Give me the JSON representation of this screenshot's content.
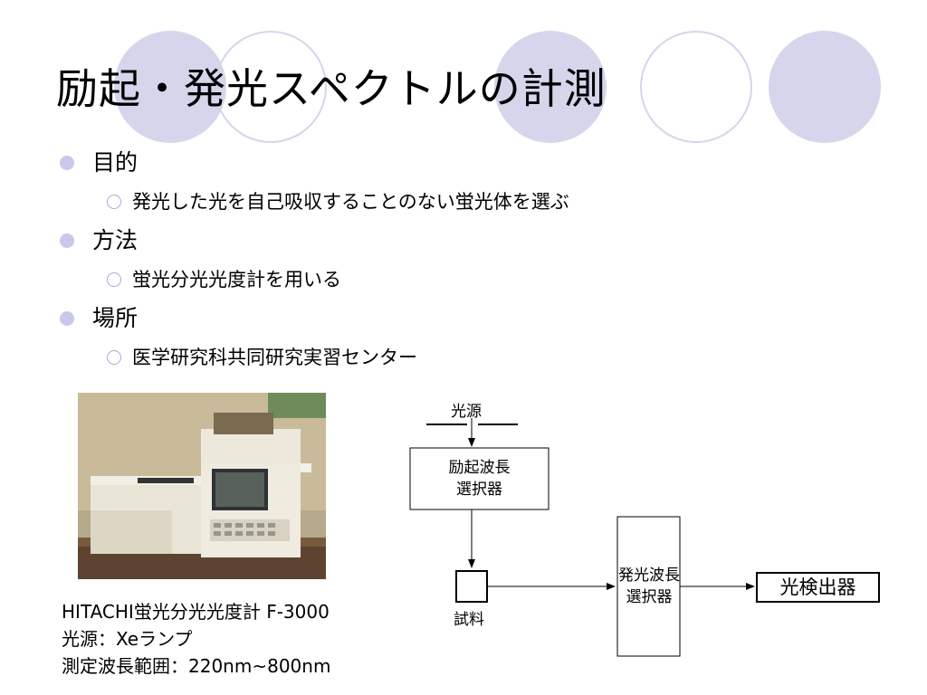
{
  "slide": {
    "title": "励起・発光スペクトルの計測"
  },
  "bullets": [
    {
      "label": "目的",
      "sub": "発光した光を自己吸収することのない蛍光体を選ぶ"
    },
    {
      "label": "方法",
      "sub": "蛍光分光光度計を用いる"
    },
    {
      "label": "場所",
      "sub": "医学研究科共同研究実習センター"
    }
  ],
  "caption": {
    "line1": "HITACHI蛍光分光光度計 F-3000",
    "line2": "光源：Xeランプ",
    "line3": "測定波長範囲：220nm~800nm"
  },
  "diagram": {
    "light_source": "光源",
    "excitation_selector_line1": "励起波長",
    "excitation_selector_line2": "選択器",
    "sample": "試料",
    "emission_selector_line1": "発光波長",
    "emission_selector_line2": "選択器",
    "detector": "光検出器"
  },
  "colors": {
    "circle_accent": "#d5d5ec",
    "bullet_dot": "#c8c8ea"
  },
  "icons": {
    "photo": "spectrofluorometer-photo"
  }
}
